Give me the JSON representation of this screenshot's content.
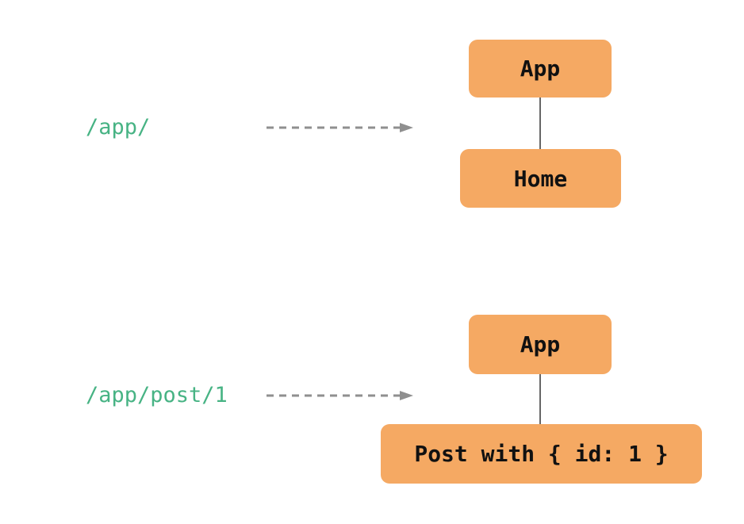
{
  "rows": [
    {
      "route": "/app/",
      "parent": "App",
      "child": "Home"
    },
    {
      "route": "/app/post/1",
      "parent": "App",
      "child": "Post with { id: 1 }"
    }
  ],
  "colors": {
    "node_fill": "#f5a963",
    "node_text": "#111111",
    "route_text": "#47b384",
    "arrow": "#8f8f8f",
    "connector": "#666666",
    "background": "#ffffff"
  }
}
